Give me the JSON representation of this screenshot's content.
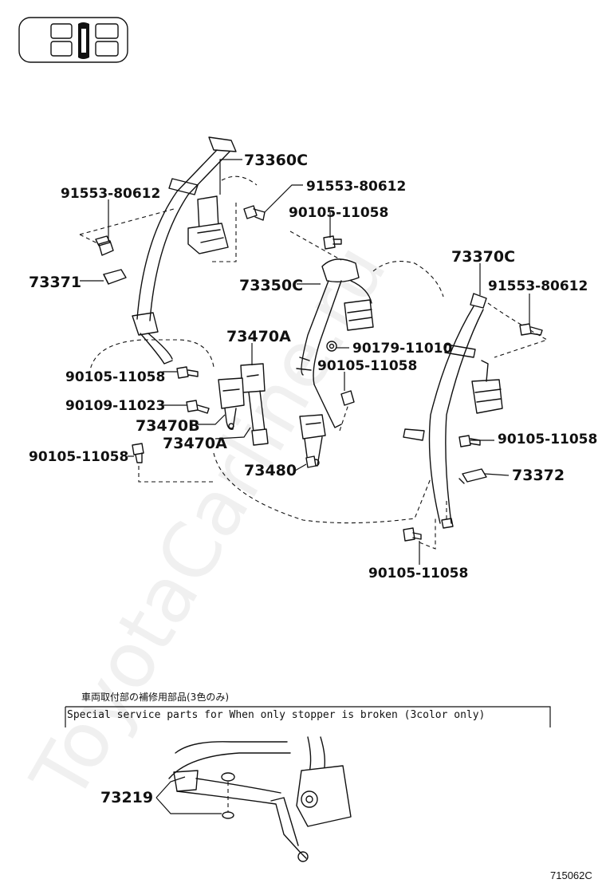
{
  "watermark": "ToyotaCarline.ru",
  "labels": {
    "l73360C": "73360C",
    "l91553_a": "91553-80612",
    "l91553_b": "91553-80612",
    "l90105_a": "90105-11058",
    "l73371": "73371",
    "l73350C": "73350C",
    "l73370C": "73370C",
    "l91553_c": "91553-80612",
    "l73470A_top": "73470A",
    "l90179": "90179-11010",
    "l90105_b": "90105-11058",
    "l90105_c": "90105-11058",
    "l90109": "90109-11023",
    "l73470B": "73470B",
    "l73470A_bot": "73470A",
    "l90105_d": "90105-11058",
    "l90105_e": "90105-11058",
    "l73480": "73480",
    "l73372": "73372",
    "l90105_f": "90105-11058",
    "l73219": "73219"
  },
  "note": {
    "jp": "車両取付部の補修用部品(3色のみ)",
    "en": "Special  service  parts  for  When  only  stopper  is  broken  (3color  only)"
  },
  "diagram_code": "715062C"
}
